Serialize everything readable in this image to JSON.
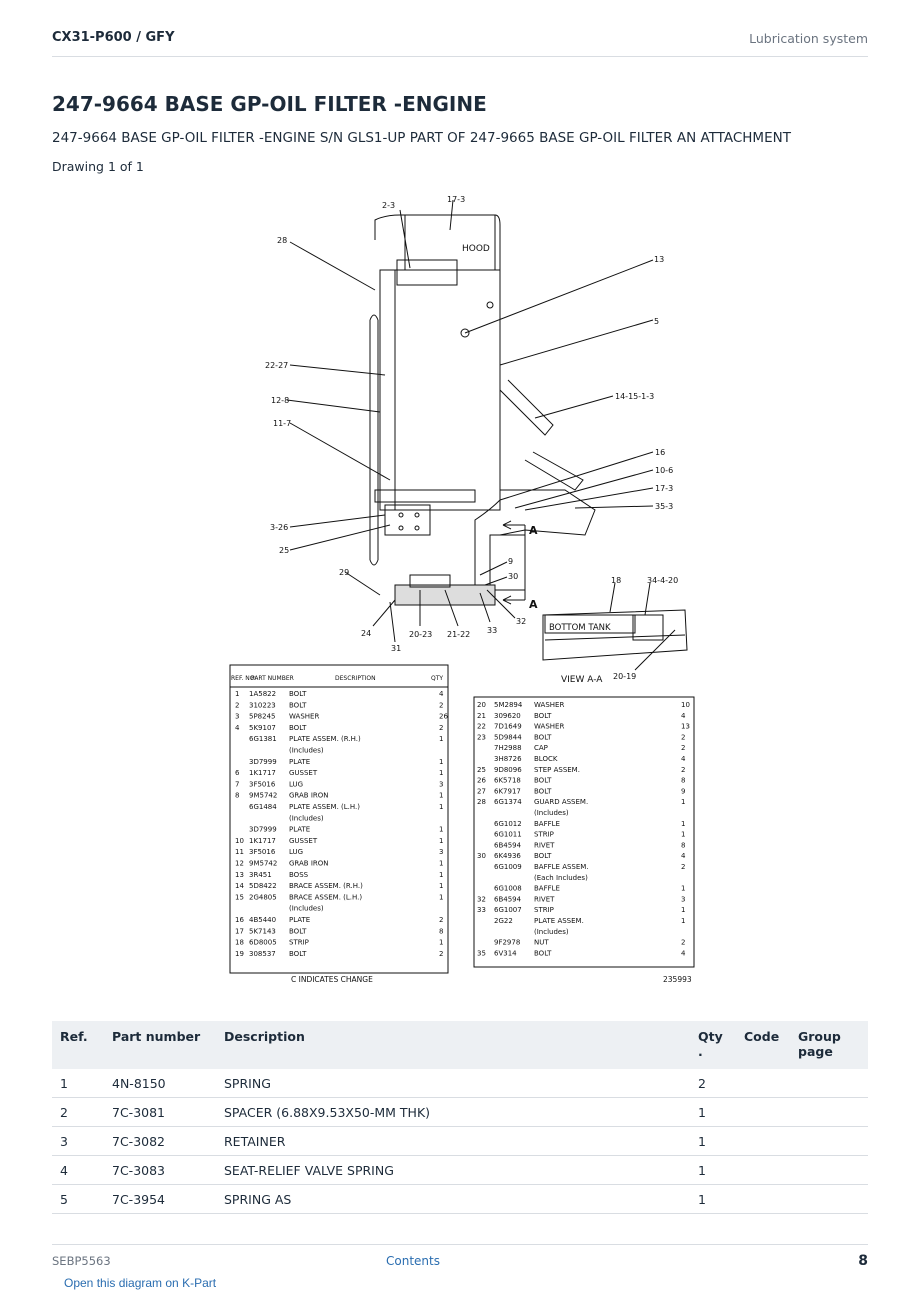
{
  "header": {
    "doc_id": "CX31-P600  /  GFY",
    "section": "Lubrication system"
  },
  "title": "247-9664 BASE GP-OIL FILTER -ENGINE",
  "subtitle": "247-9664 BASE GP-OIL FILTER -ENGINE S/N GLS1-UP PART OF 247-9665 BASE GP-OIL FILTER AN ATTACHMENT",
  "drawing_count": "Drawing 1 of 1",
  "drawing": {
    "hood_label": "HOOD",
    "bottom_tank_label": "BOTTOM TANK",
    "view_label": "VIEW A-A",
    "section_letter": "A",
    "change_note": "C INDICATES CHANGE",
    "drawing_number": "235993",
    "callouts": [
      "2-3",
      "17-3",
      "28",
      "13",
      "5",
      "22-27",
      "12-8",
      "14-15-1-3",
      "11-7",
      "16",
      "10-6",
      "17-3",
      "35-3",
      "3-26",
      "25",
      "9",
      "30",
      "29",
      "18",
      "34-4-20",
      "24",
      "20-23",
      "21-22",
      "33",
      "32",
      "31",
      "20-19"
    ],
    "inner_table_headers": {
      "ref": "REF. NO.",
      "part": "PART NUMBER",
      "desc": "DESCRIPTION",
      "qty": "QTY"
    },
    "left_rows": [
      [
        "1",
        "1A5822",
        "BOLT",
        "4"
      ],
      [
        "2",
        "310223",
        "BOLT",
        "2"
      ],
      [
        "3",
        "5P8245",
        "WASHER",
        "26"
      ],
      [
        "4",
        "5K9107",
        "BOLT",
        "2"
      ],
      [
        "",
        "6G1381",
        "PLATE ASSEM. (R.H.)",
        "1"
      ],
      [
        "",
        "",
        "(Includes)",
        ""
      ],
      [
        "",
        "3D7999",
        "PLATE",
        "1"
      ],
      [
        "6",
        "1K1717",
        "GUSSET",
        "1"
      ],
      [
        "7",
        "3F5016",
        "LUG",
        "3"
      ],
      [
        "8",
        "9M5742",
        "GRAB IRON",
        "1"
      ],
      [
        "",
        "6G1484",
        "PLATE ASSEM. (L.H.)",
        "1"
      ],
      [
        "",
        "",
        "(Includes)",
        ""
      ],
      [
        "",
        "3D7999",
        "PLATE",
        "1"
      ],
      [
        "10",
        "1K1717",
        "GUSSET",
        "1"
      ],
      [
        "11",
        "3F5016",
        "LUG",
        "3"
      ],
      [
        "12",
        "9M5742",
        "GRAB IRON",
        "1"
      ],
      [
        "13",
        "3R451",
        "BOSS",
        "1"
      ],
      [
        "14",
        "5D8422",
        "BRACE ASSEM. (R.H.)",
        "1"
      ],
      [
        "15",
        "2G4805",
        "BRACE ASSEM. (L.H.)",
        "1"
      ],
      [
        "",
        "",
        "(Includes)",
        ""
      ],
      [
        "16",
        "4B5440",
        "PLATE",
        "2"
      ],
      [
        "17",
        "5K7143",
        "BOLT",
        "8"
      ],
      [
        "18",
        "6D8005",
        "STRIP",
        "1"
      ],
      [
        "19",
        "308537",
        "BOLT",
        "2"
      ]
    ],
    "right_rows": [
      [
        "20",
        "5M2894",
        "WASHER",
        "10"
      ],
      [
        "21",
        "309620",
        "BOLT",
        "4"
      ],
      [
        "22",
        "7D1649",
        "WASHER",
        "13"
      ],
      [
        "23",
        "5D9844",
        "BOLT",
        "2"
      ],
      [
        "",
        "7H2988",
        "CAP",
        "2"
      ],
      [
        "",
        "3H8726",
        "BLOCK",
        "4"
      ],
      [
        "25",
        "9D8096",
        "STEP ASSEM.",
        "2"
      ],
      [
        "26",
        "6K5718",
        "BOLT",
        "8"
      ],
      [
        "27",
        "6K7917",
        "BOLT",
        "9"
      ],
      [
        "28",
        "6G1374",
        "GUARD ASSEM.",
        "1"
      ],
      [
        "",
        "",
        "(Includes)",
        ""
      ],
      [
        "",
        "6G1012",
        "BAFFLE",
        "1"
      ],
      [
        "",
        "6G1011",
        "STRIP",
        "1"
      ],
      [
        "",
        "6B4594",
        "RIVET",
        "8"
      ],
      [
        "30",
        "6K4936",
        "BOLT",
        "4"
      ],
      [
        "",
        "6G1009",
        "BAFFLE ASSEM.",
        "2"
      ],
      [
        "",
        "",
        "(Each Includes)",
        ""
      ],
      [
        "",
        "6G1008",
        "BAFFLE",
        "1"
      ],
      [
        "32",
        "6B4594",
        "RIVET",
        "3"
      ],
      [
        "33",
        "6G1007",
        "STRIP",
        "1"
      ],
      [
        "",
        "2G22",
        "PLATE ASSEM.",
        "1"
      ],
      [
        "",
        "",
        "(Includes)",
        ""
      ],
      [
        "",
        "9F2978",
        "NUT",
        "2"
      ],
      [
        "35",
        "6V314",
        "BOLT",
        "4"
      ]
    ]
  },
  "table": {
    "headers": {
      "ref": "Ref.",
      "part_number": "Part number",
      "description": "Description",
      "qty": "Qty .",
      "code": "Code",
      "group_page": "Group page"
    },
    "rows": [
      {
        "ref": "1",
        "part_number": "4N-8150",
        "description": "SPRING",
        "qty": "2",
        "code": "",
        "group_page": ""
      },
      {
        "ref": "2",
        "part_number": "7C-3081",
        "description": "SPACER (6.88X9.53X50-MM THK)",
        "qty": "1",
        "code": "",
        "group_page": ""
      },
      {
        "ref": "3",
        "part_number": "7C-3082",
        "description": "RETAINER",
        "qty": "1",
        "code": "",
        "group_page": ""
      },
      {
        "ref": "4",
        "part_number": "7C-3083",
        "description": "SEAT-RELIEF VALVE SPRING",
        "qty": "1",
        "code": "",
        "group_page": ""
      },
      {
        "ref": "5",
        "part_number": "7C-3954",
        "description": "SPRING AS",
        "qty": "1",
        "code": "",
        "group_page": ""
      }
    ]
  },
  "footer": {
    "code": "SEBP5563",
    "contents_link": "Contents",
    "page_number": "8",
    "kpart_link": "Open this diagram on K-Part"
  },
  "colors": {
    "text": "#1d2b3a",
    "muted": "#6b7480",
    "link": "#2a6db0",
    "table_header_bg": "#edf0f3",
    "divider": "#d9dde2"
  }
}
